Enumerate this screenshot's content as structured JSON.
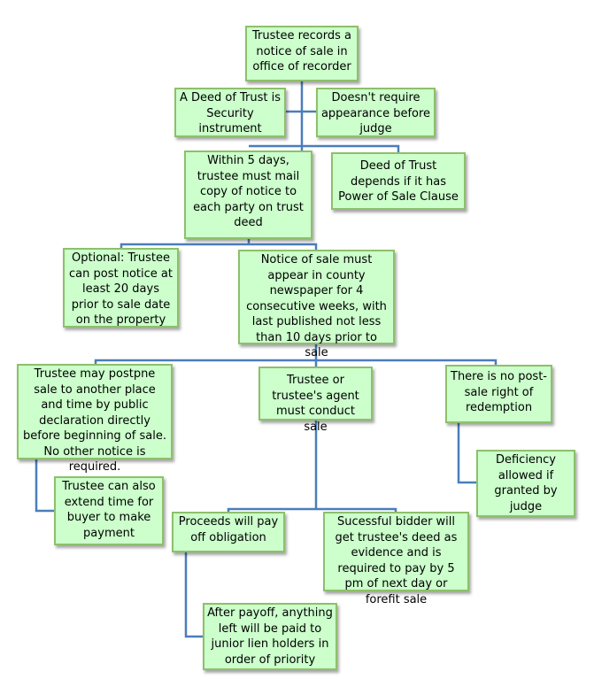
{
  "colors": {
    "box_fill": "#ccffcc",
    "box_border": "#8dc06a",
    "connector": "#4a7ebb"
  },
  "nodes": {
    "records": "Trustee records a notice of sale in office of recorder",
    "security": "A Deed of Trust is Security instrument",
    "no_judge": "Doesn't require appearance before judge",
    "mail": "Within 5 days, trustee must mail copy of notice to each party on trust deed",
    "power_of_sale": "Deed of Trust depends if it has Power of Sale Clause",
    "optional_post": "Optional: Trustee can post notice at least 20 days prior to sale date on the property",
    "newspaper": "Notice of sale must appear in county newspaper for 4 consecutive weeks, with last published not less than 10 days prior to sale",
    "postpone": "Trustee may postpne sale to another place and time by public declaration directly before beginning of sale.  No other notice is required.",
    "conduct": "Trustee or trustee's agent must conduct sale",
    "no_redemption": "There is no post-sale right of redemption",
    "extend_time": "Trustee can also extend time for buyer to make payment",
    "deficiency": "Deficiency allowed if granted by judge",
    "proceeds": "Proceeds will pay off obligation",
    "bidder": "Sucessful bidder will get trustee's deed as evidence and is required to pay by 5 pm of next day or forefit sale",
    "junior_liens": "After payoff, anything left will be paid to junior lien holders in order of priority"
  }
}
